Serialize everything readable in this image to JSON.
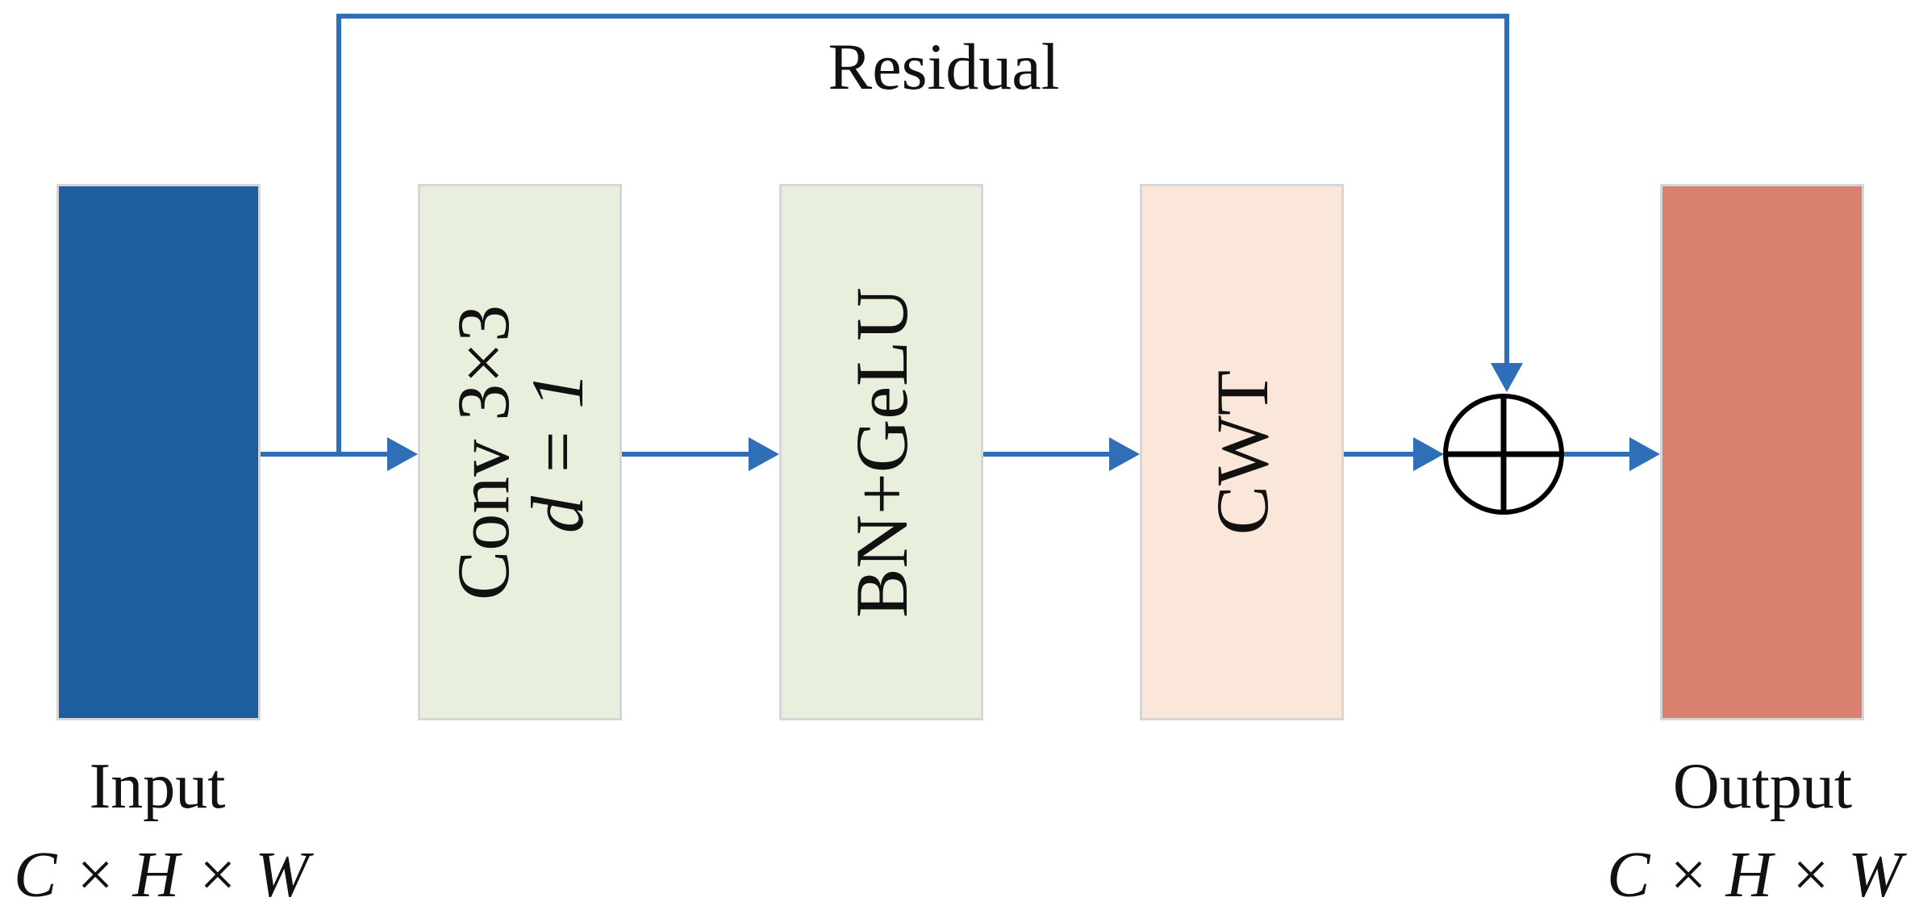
{
  "colors": {
    "arrow": "#2e6fb7",
    "input_block": "#1f5e9e",
    "conv_block": "#e8efdd",
    "bn_block": "#e8efdd",
    "cwt_block": "#fbe7da",
    "output_block": "#d98070",
    "block_border": "#d6d6d6",
    "text": "#111111"
  },
  "residual_label": "Residual",
  "input": {
    "label": "Input",
    "dims": "C × H × W"
  },
  "conv": {
    "label_line1": "Conv 3×3",
    "label_line2": "d = 1"
  },
  "bn": {
    "label": "BN+GeLU"
  },
  "cwt": {
    "label": "CWT"
  },
  "output": {
    "label": "Output",
    "dims": "C × H × W"
  },
  "add_node": {
    "icon": "circled-plus-icon"
  }
}
